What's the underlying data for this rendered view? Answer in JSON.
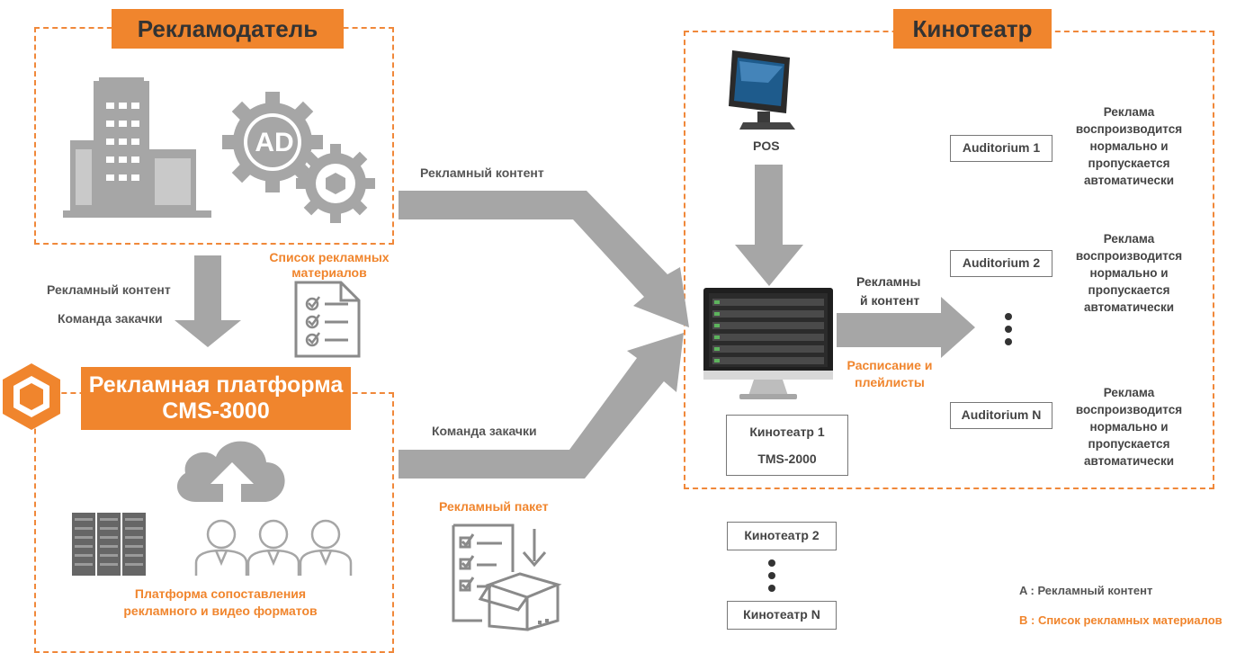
{
  "advertiser": {
    "title": "Рекламодатель",
    "ad_icon_text": "AD"
  },
  "cinema": {
    "title": "Кинотеатр"
  },
  "platform": {
    "title_line1": "Рекламная платформа",
    "title_line2": "CMS-3000",
    "caption_line1": "Платформа сопоставления",
    "caption_line2": "рекламного и видео форматов"
  },
  "labels": {
    "ad_content_top": "Рекламный контент",
    "ad_content_left": "Рекламный контент",
    "download_cmd_left": "Команда закачки",
    "ad_list_line1": "Список рекламных",
    "ad_list_line2": "материалов",
    "download_cmd_bottom": "Команда закачки",
    "ad_package": "Рекламный пакет",
    "pos": "POS",
    "ad_content_right_line1": "Рекламны",
    "ad_content_right_line2": "й контент",
    "schedule_line1": "Расписание и",
    "schedule_line2": "плейлисты"
  },
  "tms": {
    "line1": "Кинотеатр  1",
    "line2": "TMS-2000"
  },
  "cinemas_more": {
    "second": "Кинотеатр 2",
    "last": "Кинотеатр N"
  },
  "auditoriums": [
    {
      "name": "Auditorium 1",
      "lines": [
        "Реклама",
        "воспроизводится",
        "нормально и",
        "пропускается",
        "автоматически"
      ]
    },
    {
      "name": "Auditorium 2",
      "lines": [
        "Реклама",
        "воспроизводится",
        "нормально и",
        "пропускается",
        "автоматически"
      ]
    },
    {
      "name": "Auditorium N",
      "lines": [
        "Реклама",
        "воспроизводится",
        "нормально и",
        "пропускается",
        "автоматически"
      ]
    }
  ],
  "legend": {
    "a": "A : Рекламный контент",
    "b": "B : Список рекламных материалов"
  },
  "colors": {
    "accent": "#f0852d",
    "gray": "#a6a6a6",
    "text": "#444444"
  }
}
